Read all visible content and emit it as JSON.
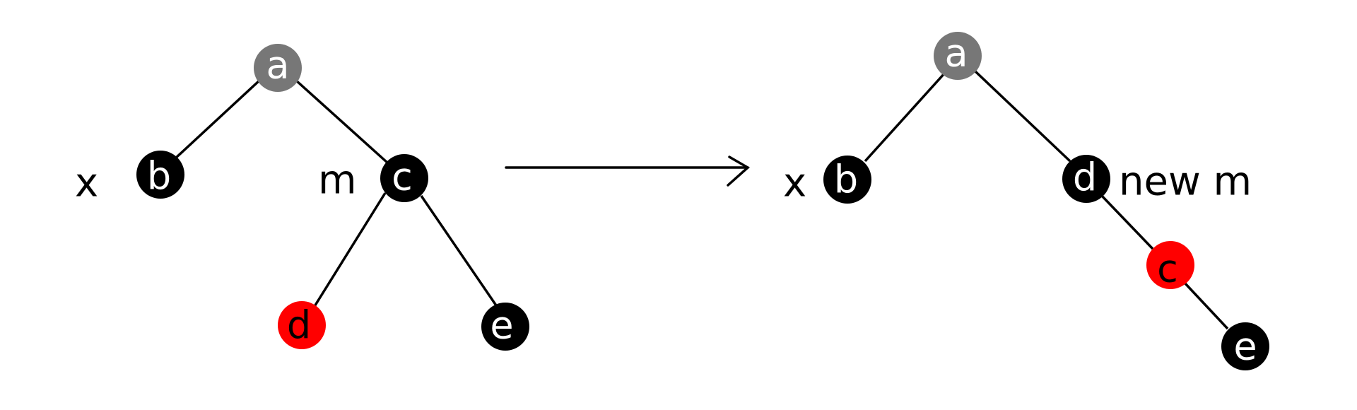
{
  "colors": {
    "gray_node": "#777777",
    "black_node": "#000000",
    "red_node": "#ff0000",
    "node_outline": "#000000",
    "white_text": "#ffffff",
    "dark_text": "#000000"
  },
  "before": {
    "nodes": [
      {
        "id": "a",
        "label": "a",
        "color": "gray"
      },
      {
        "id": "b",
        "label": "b",
        "color": "black"
      },
      {
        "id": "c",
        "label": "c",
        "color": "black"
      },
      {
        "id": "d",
        "label": "d",
        "color": "red"
      },
      {
        "id": "e",
        "label": "e",
        "color": "black"
      }
    ],
    "edges": [
      [
        "a",
        "b"
      ],
      [
        "a",
        "c"
      ],
      [
        "c",
        "d"
      ],
      [
        "c",
        "e"
      ]
    ],
    "labels": {
      "x": "x",
      "m": "m"
    }
  },
  "after": {
    "nodes": [
      {
        "id": "a",
        "label": "a",
        "color": "gray"
      },
      {
        "id": "b",
        "label": "b",
        "color": "black"
      },
      {
        "id": "d",
        "label": "d",
        "color": "black"
      },
      {
        "id": "c",
        "label": "c",
        "color": "red"
      },
      {
        "id": "e",
        "label": "e",
        "color": "black"
      }
    ],
    "edges": [
      [
        "a",
        "b"
      ],
      [
        "a",
        "d"
      ],
      [
        "d",
        "c"
      ],
      [
        "c",
        "e"
      ]
    ],
    "labels": {
      "x": "x",
      "new_m": "new m"
    }
  },
  "transition": {
    "arrow": "right-arrow-icon"
  }
}
